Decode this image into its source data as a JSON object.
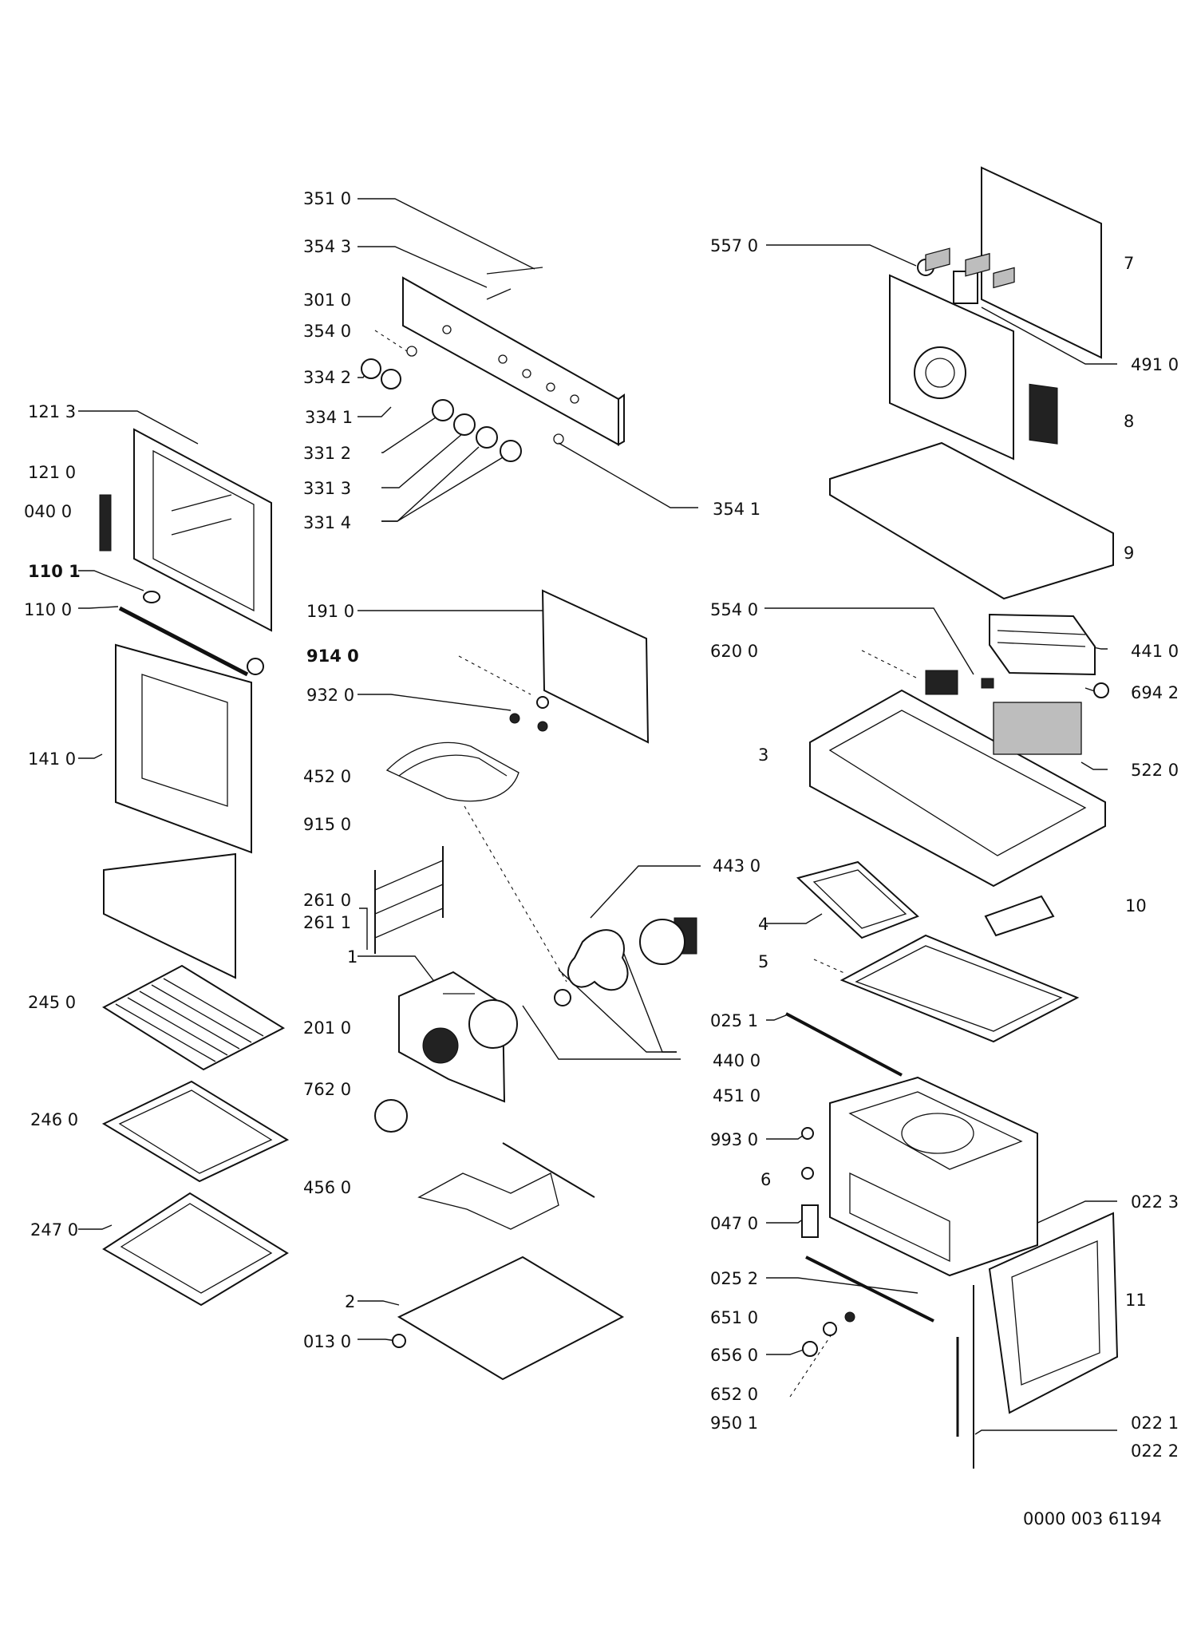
{
  "labels": {
    "l3510": "351 0",
    "l3543": "354 3",
    "l3010": "301 0",
    "l3540": "354 0",
    "l3342": "334 2",
    "l3341": "334 1",
    "l3312": "331 2",
    "l3313": "331 3",
    "l3314": "331 4",
    "l3541": "354 1",
    "l5570": "557 0",
    "l7": "7",
    "l4910": "491 0",
    "l8": "8",
    "l9": "9",
    "l1213": "121 3",
    "l1210": "121 0",
    "l0400": "040 0",
    "l1101": "110 1",
    "l1100": "110 0",
    "l1410": "141 0",
    "l2450": "245 0",
    "l2460": "246 0",
    "l2470": "247 0",
    "l1910": "191 0",
    "l9140": "914 0",
    "l9320": "932 0",
    "l4520": "452 0",
    "l9150": "915 0",
    "l2610": "261 0",
    "l2611": "261 1",
    "l1": "1",
    "l2010": "201 0",
    "l7620": "762 0",
    "l4560": "456 0",
    "l2": "2",
    "l0130": "013 0",
    "l5540": "554 0",
    "l6200": "620 0",
    "l4410": "441 0",
    "l6942": "694 2",
    "l3": "3",
    "l5220": "522 0",
    "l4430": "443 0",
    "l4": "4",
    "l10": "10",
    "l5": "5",
    "l0251": "025 1",
    "l4400": "440 0",
    "l4510": "451 0",
    "l9930": "993 0",
    "l6": "6",
    "l0470": "047 0",
    "l0223": "022 3",
    "l0252": "025 2",
    "l11": "11",
    "l6510": "651 0",
    "l6560": "656 0",
    "l6520": "652 0",
    "l9501": "950 1",
    "l0221": "022 1",
    "l0222": "022 2"
  },
  "doc_number": "0000 003 61194"
}
